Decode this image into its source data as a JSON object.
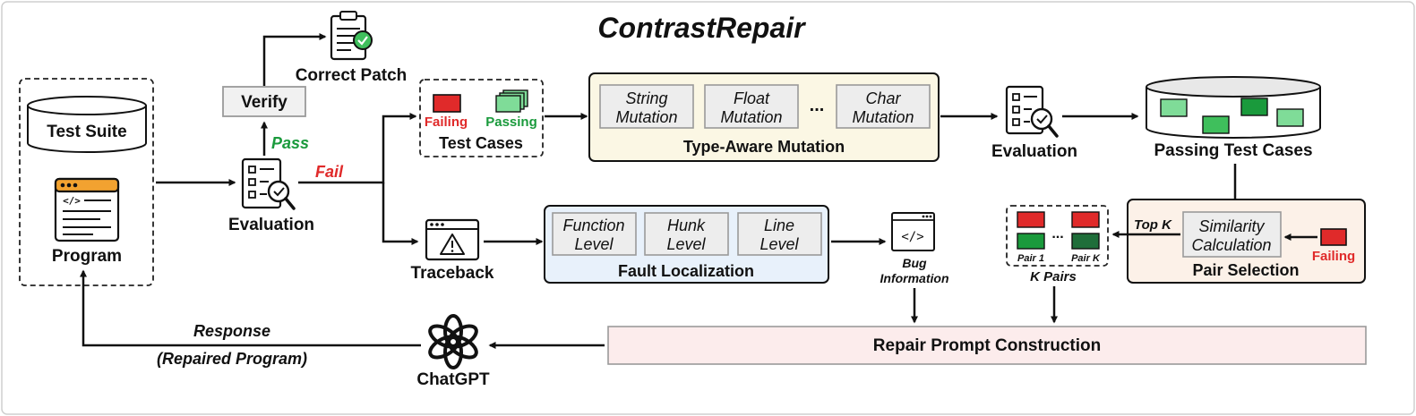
{
  "title": "ContrastRepair",
  "program_box": {
    "test_suite": "Test Suite",
    "program": "Program"
  },
  "evaluation_main": "Evaluation",
  "verify": "Verify",
  "correct_patch": "Correct Patch",
  "pass_label": "Pass",
  "fail_label": "Fail",
  "test_cases": {
    "failing": "Failing",
    "passing": "Passing",
    "label": "Test Cases"
  },
  "mutation": {
    "items": [
      {
        "line1": "String",
        "line2": "Mutation"
      },
      {
        "line1": "Float",
        "line2": "Mutation"
      },
      {
        "line1": "Char",
        "line2": "Mutation"
      }
    ],
    "ellipsis": "...",
    "label": "Type-Aware Mutation"
  },
  "evaluation_second": "Evaluation",
  "passing_test_cases": "Passing Test Cases",
  "traceback": "Traceback",
  "fault_localization": {
    "items": [
      {
        "line1": "Function",
        "line2": "Level"
      },
      {
        "line1": "Hunk",
        "line2": "Level"
      },
      {
        "line1": "Line",
        "line2": "Level"
      }
    ],
    "label": "Fault Localization"
  },
  "bug_info": {
    "line1": "Bug",
    "line2": "Information"
  },
  "k_pairs": {
    "pair1": "Pair 1",
    "pairk": "Pair K",
    "ellipsis": "...",
    "label": "K Pairs"
  },
  "top_k": "Top K",
  "pair_selection": {
    "similarity_line1": "Similarity",
    "similarity_line2": "Calculation",
    "failing": "Failing",
    "label": "Pair Selection"
  },
  "repair_prompt": "Repair Prompt Construction",
  "chatgpt": "ChatGPT",
  "response": {
    "line1": "Response",
    "line2": "(Repaired Program)"
  },
  "colors": {
    "red": "#e02a2a",
    "green": "#1a9a3c",
    "light_green": "#7fdc98",
    "dark_green": "#1f6e3a",
    "mutation_bg": "#fbf7e4",
    "fault_bg": "#e8f1fb",
    "pair_bg": "#fcf1e8",
    "prompt_bg": "#fcecec"
  }
}
